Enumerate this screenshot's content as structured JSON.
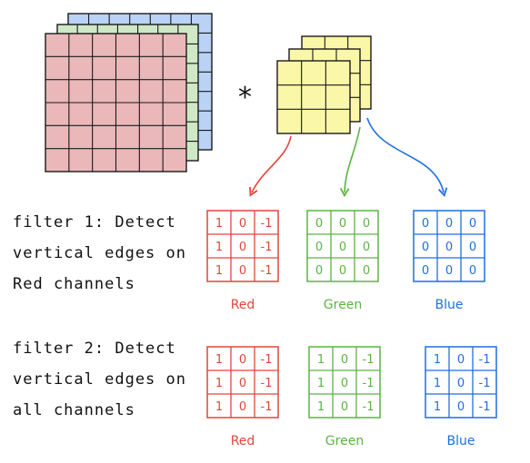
{
  "operator": "*",
  "filter1": {
    "description": [
      "filter 1: Detect",
      "vertical edges on",
      "Red channels"
    ],
    "channels": [
      {
        "label": "Red",
        "color": "#e2463a",
        "values": [
          [
            "1",
            "0",
            "-1"
          ],
          [
            "1",
            "0",
            "-1"
          ],
          [
            "1",
            "0",
            "-1"
          ]
        ]
      },
      {
        "label": "Green",
        "color": "#5cb342",
        "values": [
          [
            "0",
            "0",
            "0"
          ],
          [
            "0",
            "0",
            "0"
          ],
          [
            "0",
            "0",
            "0"
          ]
        ]
      },
      {
        "label": "Blue",
        "color": "#1f6fe0",
        "values": [
          [
            "0",
            "0",
            "0"
          ],
          [
            "0",
            "0",
            "0"
          ],
          [
            "0",
            "0",
            "0"
          ]
        ]
      }
    ]
  },
  "filter2": {
    "description": [
      "filter 2: Detect",
      "vertical edges on",
      "all channels"
    ],
    "channels": [
      {
        "label": "Red",
        "color": "#e2463a",
        "values": [
          [
            "1",
            "0",
            "-1"
          ],
          [
            "1",
            "0",
            "-1"
          ],
          [
            "1",
            "0",
            "-1"
          ]
        ]
      },
      {
        "label": "Green",
        "color": "#5cb342",
        "values": [
          [
            "1",
            "0",
            "-1"
          ],
          [
            "1",
            "0",
            "-1"
          ],
          [
            "1",
            "0",
            "-1"
          ]
        ]
      },
      {
        "label": "Blue",
        "color": "#1f6fe0",
        "values": [
          [
            "1",
            "0",
            "-1"
          ],
          [
            "1",
            "0",
            "-1"
          ],
          [
            "1",
            "0",
            "-1"
          ]
        ]
      }
    ]
  },
  "colors": {
    "image_red": "#eab8b8",
    "image_green": "#cfe8c6",
    "image_blue": "#b9d2f5",
    "kernel_yellow": "#fbf7a8",
    "stroke": "#1a1a1a"
  }
}
